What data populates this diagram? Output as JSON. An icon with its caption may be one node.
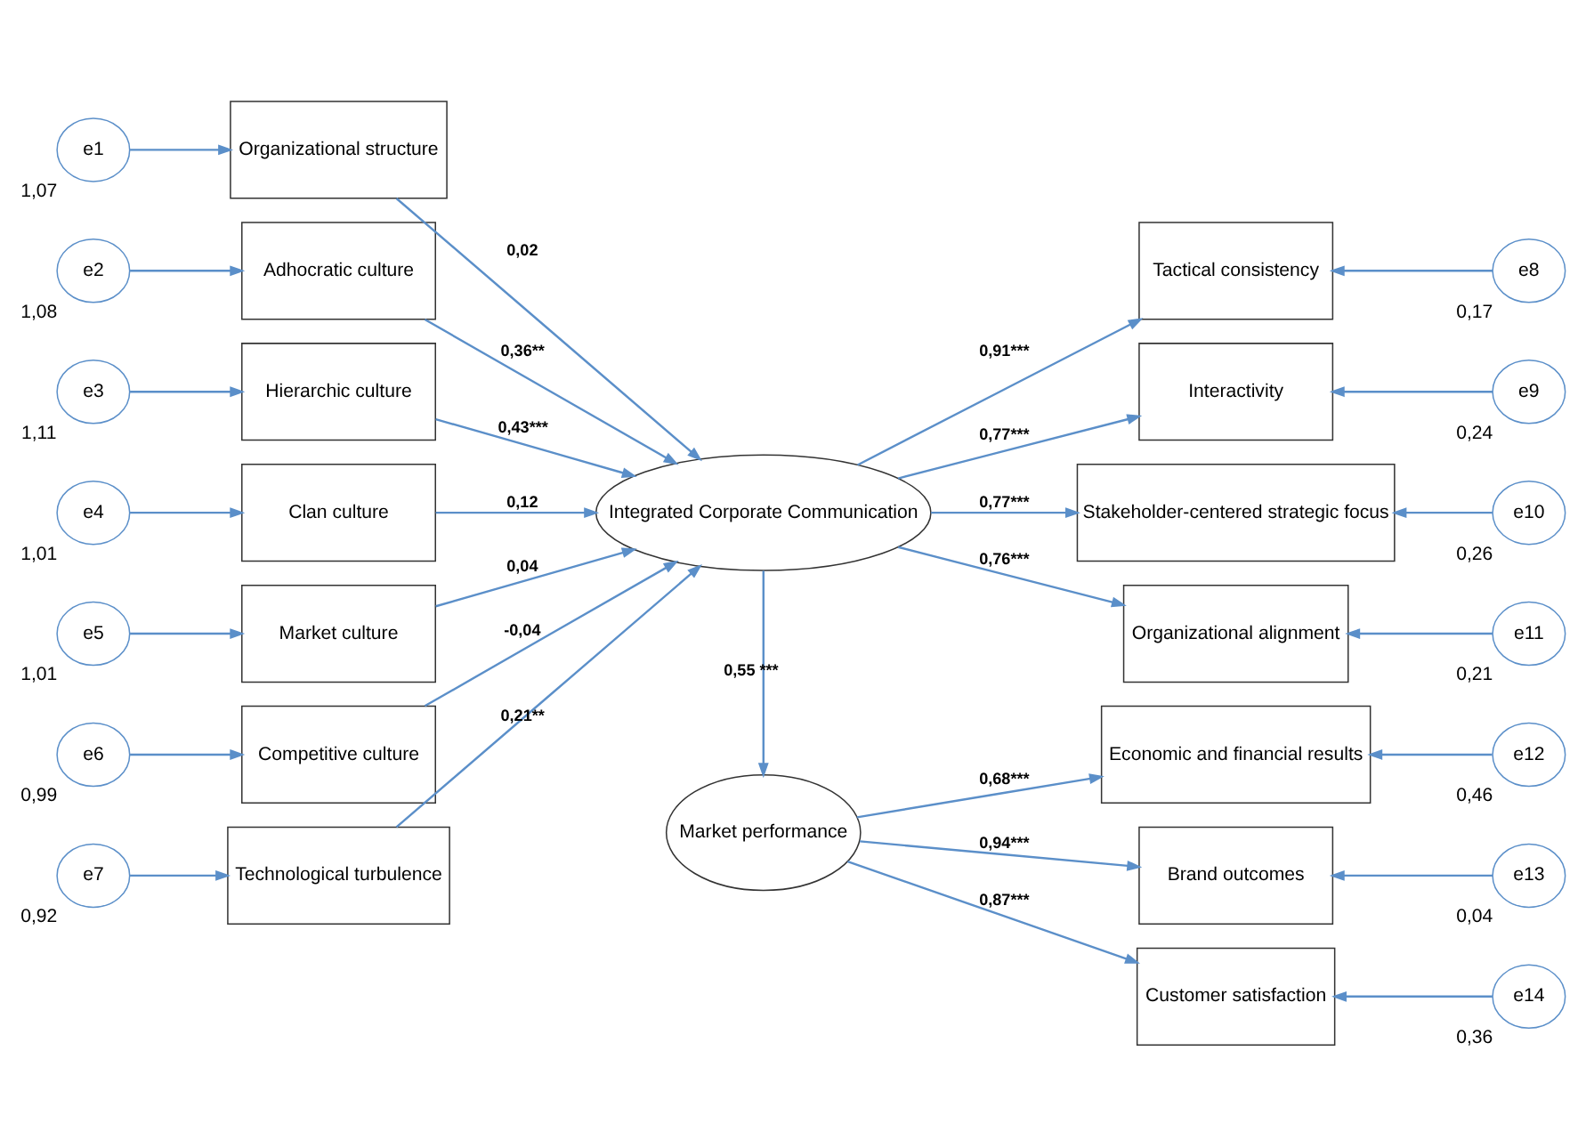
{
  "diagram": {
    "nodes": [
      {
        "text": [
          "e1"
        ],
        "beside": [
          "1,07"
        ]
      },
      {
        "text": [
          "e2"
        ],
        "beside": [
          "1,08"
        ]
      },
      {
        "text": [
          "e3"
        ],
        "beside": [
          "1,11"
        ]
      },
      {
        "text": [
          "e4"
        ],
        "beside": [
          "1,01"
        ]
      },
      {
        "text": [
          "e5"
        ],
        "beside": [
          "1,01"
        ]
      },
      {
        "text": [
          "e6"
        ],
        "beside": [
          "0,99"
        ]
      },
      {
        "text": [
          "e7"
        ],
        "beside": [
          "0,92"
        ]
      },
      {
        "text": [
          "Organizational structure"
        ]
      },
      {
        "text": [
          "Adhocratic culture"
        ]
      },
      {
        "text": [
          "Hierarchic culture"
        ]
      },
      {
        "text": [
          "Clan culture"
        ]
      },
      {
        "text": [
          "Market culture"
        ]
      },
      {
        "text": [
          "Competitive culture"
        ]
      },
      {
        "text": [
          "Technological turbulence"
        ]
      },
      {
        "text": [
          "Integrated Corporate Communication"
        ]
      },
      {
        "text": [
          "Market performance"
        ]
      },
      {
        "text": [
          "Tactical consistency"
        ]
      },
      {
        "text": [
          "Interactivity"
        ]
      },
      {
        "text": [
          "Stakeholder-centered strategic focus"
        ]
      },
      {
        "text": [
          "Organizational alignment"
        ]
      },
      {
        "text": [
          "Economic and financial results"
        ]
      },
      {
        "text": [
          "Brand outcomes"
        ]
      },
      {
        "text": [
          "Customer satisfaction"
        ]
      },
      {
        "text": [
          "e8"
        ],
        "beside": [
          "0,17"
        ]
      },
      {
        "text": [
          "e9"
        ],
        "beside": [
          "0,24"
        ]
      },
      {
        "text": [
          "e10"
        ],
        "beside": [
          "0,26"
        ]
      },
      {
        "text": [
          "e11"
        ],
        "beside": [
          "0,21"
        ]
      },
      {
        "text": [
          "e12"
        ],
        "beside": [
          "0,46"
        ]
      },
      {
        "text": [
          "e13"
        ],
        "beside": [
          "0,04"
        ]
      },
      {
        "text": [
          "e14"
        ],
        "beside": [
          "0,36"
        ]
      }
    ],
    "edges": [
      {
        "from": 0,
        "to": 7,
        "arrow": "to"
      },
      {
        "from": 1,
        "to": 8,
        "arrow": "to"
      },
      {
        "from": 2,
        "to": 9,
        "arrow": "to"
      },
      {
        "from": 3,
        "to": 10,
        "arrow": "to"
      },
      {
        "from": 4,
        "to": 11,
        "arrow": "to"
      },
      {
        "from": 5,
        "to": 12,
        "arrow": "to"
      },
      {
        "from": 6,
        "to": 13,
        "arrow": "to"
      },
      {
        "from": 7,
        "to": 14,
        "arrow": "to",
        "label": "0,02"
      },
      {
        "from": 8,
        "to": 14,
        "arrow": "to",
        "label": "0,36**"
      },
      {
        "from": 9,
        "to": 14,
        "arrow": "to",
        "label": "0,43***"
      },
      {
        "from": 10,
        "to": 14,
        "arrow": "to",
        "label": "0,12"
      },
      {
        "from": 11,
        "to": 14,
        "arrow": "to",
        "label": "0,04"
      },
      {
        "from": 12,
        "to": 14,
        "arrow": "to",
        "label": "-0,04"
      },
      {
        "from": 13,
        "to": 14,
        "arrow": "to",
        "label": "0,21**"
      },
      {
        "from": 14,
        "to": 16,
        "arrow": "to",
        "label": "0,91***"
      },
      {
        "from": 14,
        "to": 17,
        "arrow": "to",
        "label": "0,77***"
      },
      {
        "from": 14,
        "to": 18,
        "arrow": "to",
        "label": "0,77***"
      },
      {
        "from": 14,
        "to": 19,
        "arrow": "to",
        "label": "0,76***"
      },
      {
        "from": 14,
        "to": 15,
        "arrow": "to",
        "label": "0,55 ***"
      },
      {
        "from": 15,
        "to": 20,
        "arrow": "to",
        "label": "0,68***"
      },
      {
        "from": 15,
        "to": 21,
        "arrow": "to",
        "label": "0,94***"
      },
      {
        "from": 15,
        "to": 22,
        "arrow": "to",
        "label": "0,87***"
      },
      {
        "from": 23,
        "to": 16,
        "arrow": "to"
      },
      {
        "from": 24,
        "to": 17,
        "arrow": "to"
      },
      {
        "from": 25,
        "to": 18,
        "arrow": "to"
      },
      {
        "from": 26,
        "to": 19,
        "arrow": "to"
      },
      {
        "from": 27,
        "to": 20,
        "arrow": "to"
      },
      {
        "from": 28,
        "to": 21,
        "arrow": "to"
      },
      {
        "from": 29,
        "to": 22,
        "arrow": "to"
      }
    ]
  }
}
